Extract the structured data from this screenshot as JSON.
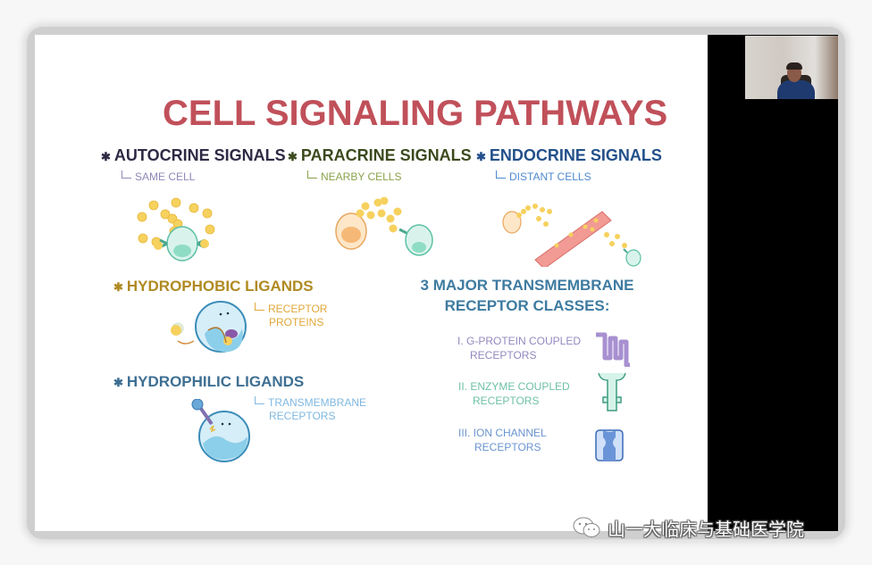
{
  "slide": {
    "title": "CELL SIGNALING PATHWAYS",
    "signals": [
      {
        "label": "AUTOCRINE SIGNALS",
        "sub": "SAME CELL",
        "color": "#2e2a45",
        "sub_color": "#8f88b8"
      },
      {
        "label": "PARACRINE SIGNALS",
        "sub": "NEARBY CELLS",
        "color": "#3c4a1e",
        "sub_color": "#8aa24a"
      },
      {
        "label": "ENDOCRINE SIGNALS",
        "sub": "DISTANT CELLS",
        "color": "#23508a",
        "sub_color": "#4d8ad0"
      }
    ],
    "hydrophobic": {
      "label": "HYDROPHOBIC LIGANDS",
      "note_line1": "RECEPTOR",
      "note_line2": "PROTEINS",
      "color": "#b08a22",
      "note_color": "#e0a838"
    },
    "hydrophilic": {
      "label": "HYDROPHILIC LIGANDS",
      "note_line1": "TRANSMEMBRANE",
      "note_line2": "RECEPTORS",
      "color": "#3e6f92",
      "note_color": "#7fb8e0"
    },
    "receptor_classes": {
      "title_line1": "3 MAJOR TRANSMEMBRANE",
      "title_line2": "RECEPTOR CLASSES:",
      "items": [
        {
          "line1": "I. G-PROTEIN COUPLED",
          "line2": "RECEPTORS",
          "color": "#9488c0",
          "icon": "g-protein-receptor-icon"
        },
        {
          "line1": "II. ENZYME COUPLED",
          "line2": "RECEPTORS",
          "color": "#6fc0a8",
          "icon": "enzyme-receptor-icon"
        },
        {
          "line1": "III. ION CHANNEL",
          "line2": "RECEPTORS",
          "color": "#6a94d0",
          "icon": "ion-channel-icon"
        }
      ]
    }
  },
  "watermark": {
    "text": "山一大临床与基础医学院",
    "icon": "wechat-icon"
  },
  "webcam": {
    "icon": "presenter-video"
  }
}
